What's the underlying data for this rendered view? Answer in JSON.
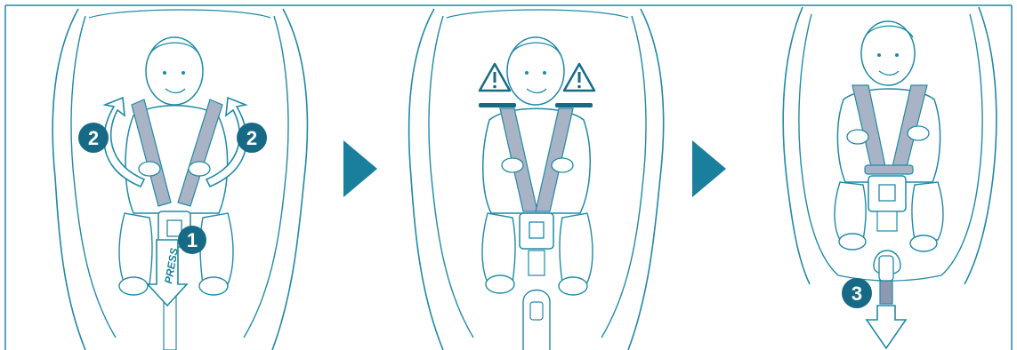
{
  "colors": {
    "outline": "#1f8aa6",
    "accent": "#1a7f9c",
    "badge": "#176a86",
    "strap": "#a9b3c6",
    "strap_dark": "#8e99b0",
    "background": "#ffffff"
  },
  "panels": [
    {
      "step_badges": [
        "1",
        "2",
        "2"
      ],
      "press_label": "PRESS"
    },
    {
      "warning_icons": [
        "warning-left",
        "warning-right"
      ]
    },
    {
      "step_badges": [
        "3"
      ]
    }
  ],
  "arrows": [
    "next-arrow-1",
    "next-arrow-2"
  ]
}
